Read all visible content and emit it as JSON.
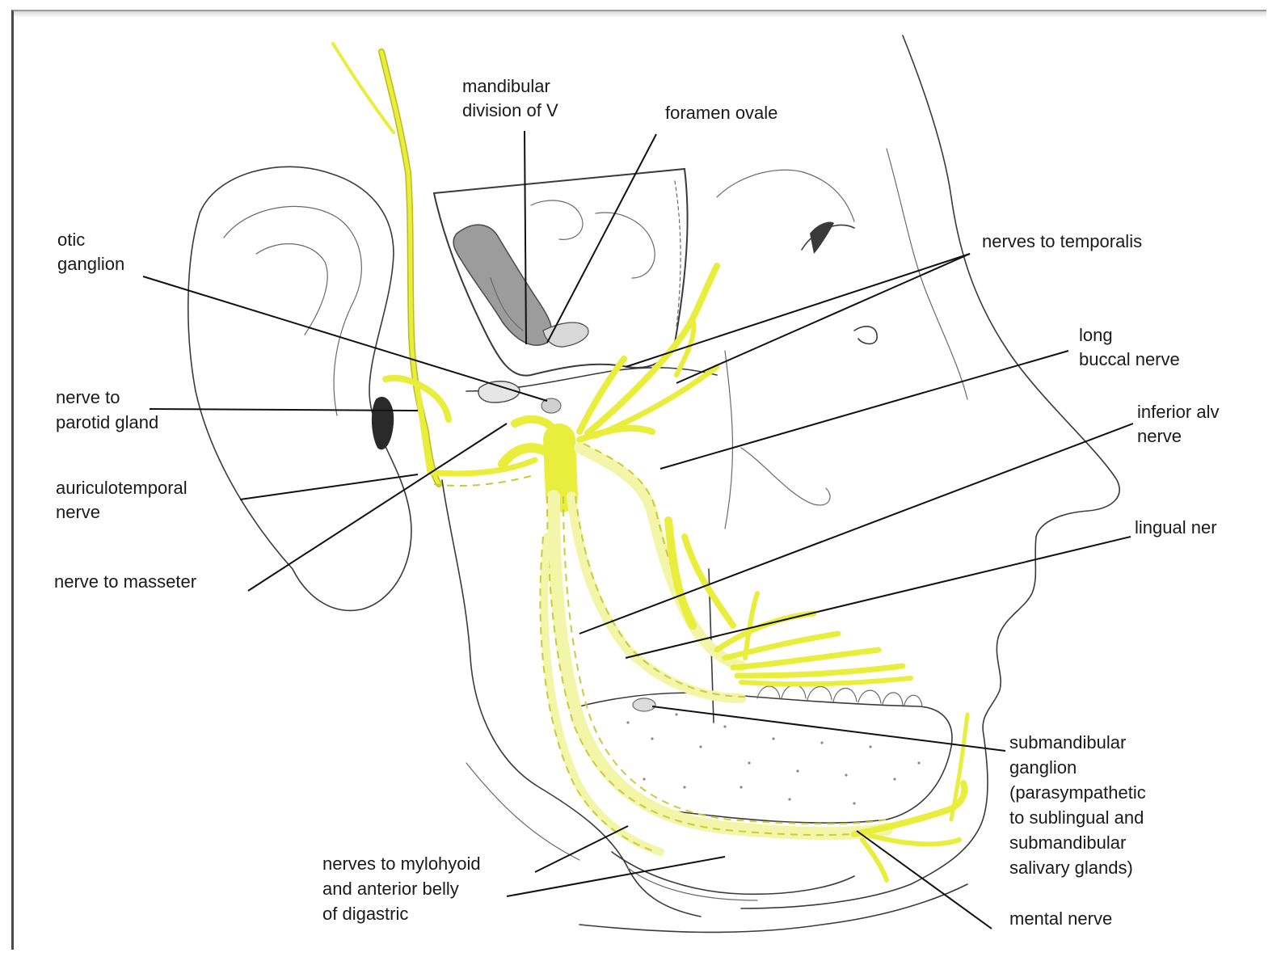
{
  "diagram": {
    "colors": {
      "nerve": "#e9ee3c",
      "nerve_pale": "#f3f5a8",
      "line_art": "#3a3a3a",
      "bone_section": "#9c9c9c"
    },
    "labels": {
      "mandibular_division": [
        "mandibular",
        "division of V"
      ],
      "foramen_ovale": [
        "foramen ovale"
      ],
      "otic_ganglion": [
        "otic",
        "ganglion"
      ],
      "nerves_to_temporalis": [
        "nerves to temporalis"
      ],
      "long_buccal_nerve": [
        "long",
        "buccal nerve"
      ],
      "nerve_to_parotid_gland": [
        "nerve to",
        "parotid gland"
      ],
      "inferior_alveolar_nerve": [
        "inferior alv",
        "nerve"
      ],
      "auriculotemporal_nerve": [
        "auriculotemporal",
        "nerve"
      ],
      "lingual_nerve": [
        "lingual ner"
      ],
      "nerve_to_masseter": [
        "nerve to masseter"
      ],
      "submandibular_ganglion": [
        "submandibular",
        "ganglion",
        "(parasympathetic",
        "to sublingual and",
        "submandibular",
        "salivary glands)"
      ],
      "nerves_to_mylohyoid": [
        "nerves to mylohyoid",
        "and anterior belly",
        "of digastric"
      ],
      "mental_nerve": [
        "mental nerve"
      ]
    }
  }
}
